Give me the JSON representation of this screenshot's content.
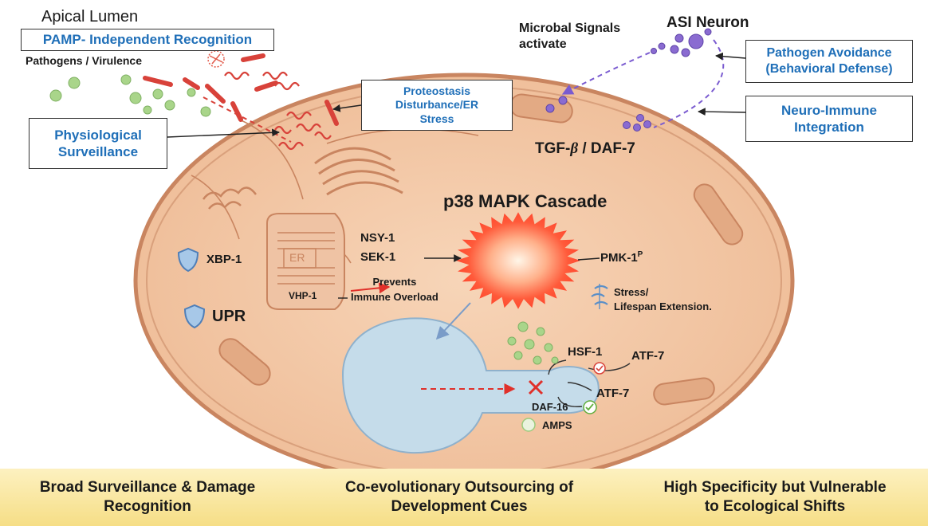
{
  "lumen": {
    "title": "Apical Lumen",
    "pamp_label": "PAMP- Independent Recognition",
    "pathogens_label": "Pathogens / Virulence"
  },
  "surveillance_box": {
    "line1": "Physiological",
    "line2": "Surveillance"
  },
  "proteostasis_box": {
    "line1": "Proteostasis",
    "line2": "Disturbance/ER",
    "line3": "Stress"
  },
  "microbial": {
    "line1": "Microbal Signals",
    "line2": "activate"
  },
  "asi_neuron": "ASI Neuron",
  "avoidance_box": {
    "line1": "Pathogen Avoidance",
    "line2": "(Behavioral Defense)"
  },
  "neuro_box": {
    "line1": "Neuro-Immune",
    "line2": "Integration"
  },
  "tgf_label": {
    "prefix": "TGF-",
    "beta": "β",
    "suffix": " / DAF-7"
  },
  "cascade_title": "p38 MAPK Cascade",
  "er_label": "ER",
  "nodes": {
    "nsy1": "NSY-1",
    "sek1": "SEK-1",
    "pmk1": "PMK-1",
    "pmk1_sup": "P",
    "xbp1": "XBP-1",
    "upr": "UPR",
    "vhp1": "VHP-1",
    "prevents_line1": "Prevents",
    "prevents_line2": "Immune Overload",
    "stress_line1": "Stress/",
    "stress_line2": "Lifespan Extension.",
    "hsf1": "HSF-1",
    "atf7_top": "ATF-7",
    "atf7_mid": "ATF-7",
    "daf16": "DAF-16",
    "amps": "AMPS"
  },
  "banner": {
    "seg1_line1": "Broad Surveillance & Damage",
    "seg1_line2": "Recognition",
    "seg2_line1": "Co-evolutionary Outsourcing of",
    "seg2_line2": "Development Cues",
    "seg3_line1": "High Specificity but Vulnerable",
    "seg3_line2": "to Ecological Shifts"
  },
  "colors": {
    "cell_fill": "#f4c9a8",
    "cell_border": "#c9825a",
    "box_text": "#1f6fb8",
    "pathogen_red": "#d8423a",
    "bead_green": "#a9d58a",
    "neuron_purple": "#8a6bd1",
    "nucleus_fill": "#c5dcea",
    "banner_yellow": "#f6de86"
  }
}
